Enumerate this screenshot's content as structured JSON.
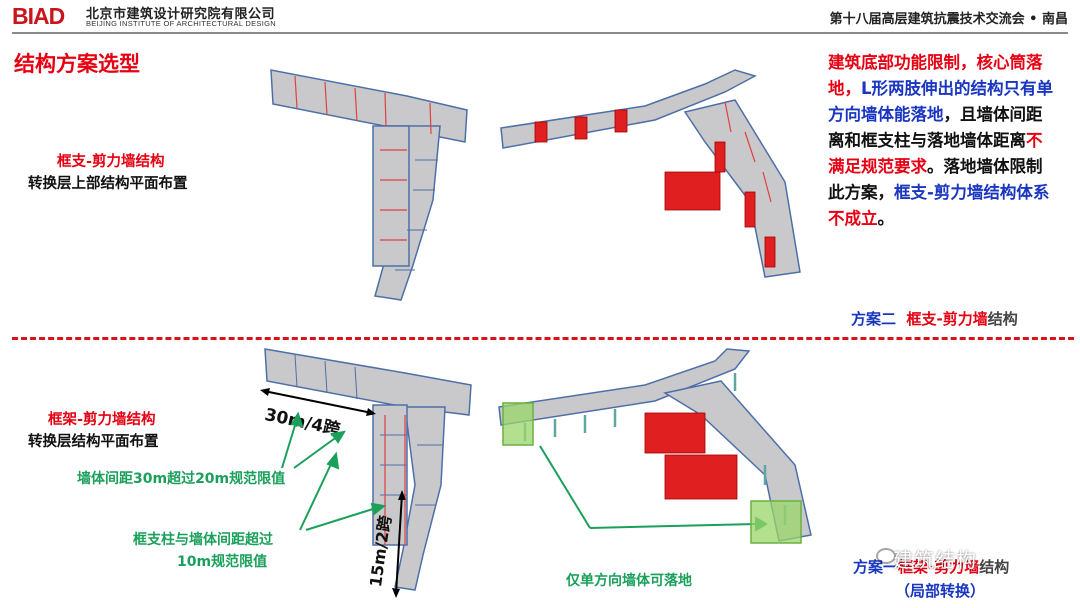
{
  "header": {
    "logo": "BIAD",
    "org_cn": "北京市建筑设计研究院有限公司",
    "org_en": "BEIJING INSTITUTE OF ARCHITECTURAL DESIGN",
    "conference": "第十八届高层建筑抗震技术交流会 • 南昌"
  },
  "title": "结构方案选型",
  "top": {
    "label_red": "框支-剪力墙结构",
    "label_black": "转换层上部结构平面布置",
    "description": {
      "p1": "建筑底部功能限制，核心筒落地，",
      "p2": "L形两肢伸出的结构只有单方向墙体能落地",
      "p3": "，且墙体间距离和框支柱与落地墙体距离",
      "p4": "不满足规范要求",
      "p5": "。落地墙体限制此方案，",
      "p6": "框支-剪力墙结构体系",
      "p7": "不成立",
      "p8": "。"
    },
    "caption": {
      "prefix": "方案二",
      "red": "框支-剪力墙",
      "suffix": "结构"
    }
  },
  "bottom": {
    "label_red": "框架-剪力墙结构",
    "label_black": "转换层结构平面布置",
    "dim_span_30": "30m/4跨",
    "dim_span_15": "15m/2跨",
    "note_wall_spacing": "墙体间距30m超过20m规范限值",
    "note_column_wall_1": "框支柱与墙体间距超过",
    "note_column_wall_2": "10m规范限值",
    "note_single_dir": "仅单方向墙体可落地",
    "caption_prefix": "方案一",
    "caption_red": "框架-剪力墙",
    "caption_suffix": "结构",
    "caption_sub": "（局部转换）"
  },
  "watermark": "建筑结构",
  "colors": {
    "accent_red": "#e60012",
    "accent_blue": "#1a36c0",
    "accent_green": "#1aa05a",
    "divider": "#d8141a"
  }
}
